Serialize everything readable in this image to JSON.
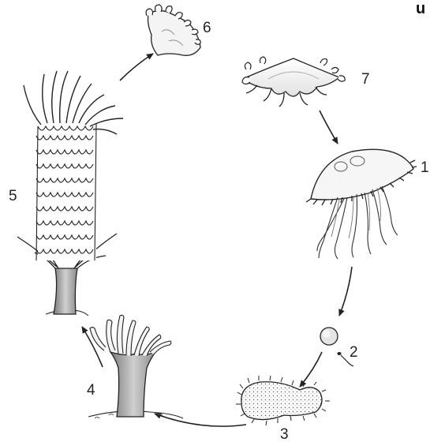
{
  "corner_mark": "u",
  "stages": [
    {
      "number": "1",
      "name": "medusa-adult"
    },
    {
      "number": "2",
      "name": "egg-and-sperm"
    },
    {
      "number": "3",
      "name": "planula-larva"
    },
    {
      "number": "4",
      "name": "polyp"
    },
    {
      "number": "5",
      "name": "strobila"
    },
    {
      "number": "6",
      "name": "ephyra-released"
    },
    {
      "number": "7",
      "name": "ephyra-juvenile"
    }
  ]
}
